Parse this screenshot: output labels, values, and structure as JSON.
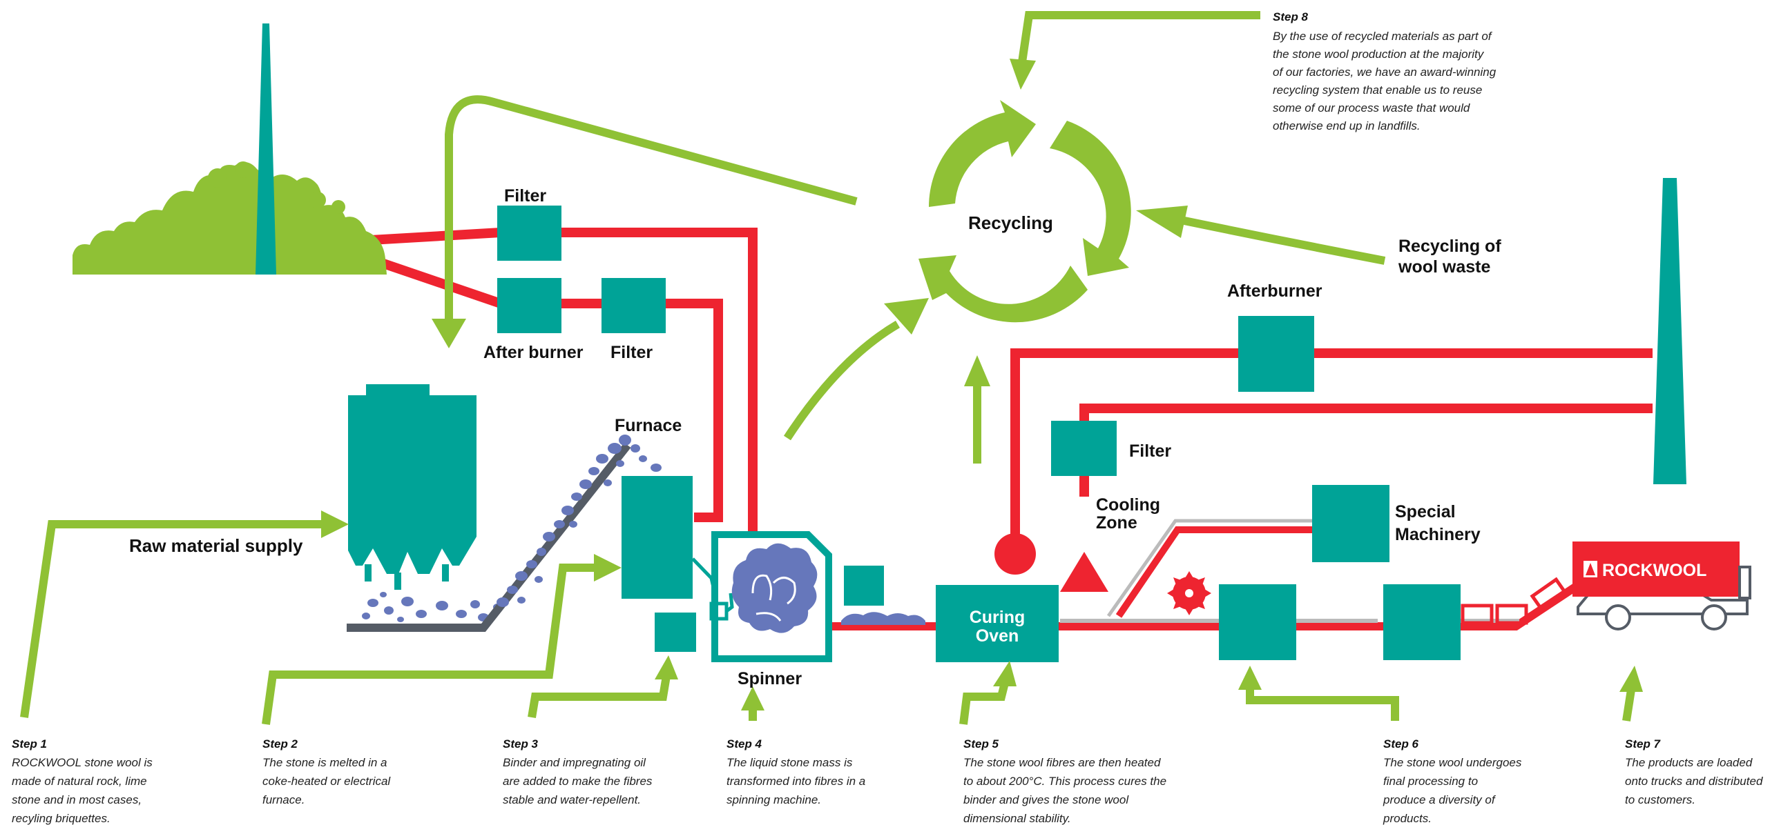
{
  "colors": {
    "teal": "#00a397",
    "red": "#ee2430",
    "green": "#8fc135",
    "slate": "#555c66",
    "stone": "#6677bb",
    "grey": "#bbbbbb"
  },
  "labels": {
    "filter_top": "Filter",
    "after_burner": "After burner",
    "filter_mid": "Filter",
    "furnace": "Furnace",
    "raw_material_supply": "Raw material supply",
    "spinner": "Spinner",
    "recycling": "Recycling",
    "recycling_wool_waste_line1": "Recycling of",
    "recycling_wool_waste_line2": "wool waste",
    "afterburner_right": "Afterburner",
    "filter_right": "Filter",
    "cooling_zone_line1": "Cooling",
    "cooling_zone_line2": "Zone",
    "curing_oven_line1": "Curing",
    "curing_oven_line2": "Oven",
    "special_machinery_line1": "Special",
    "special_machinery_line2": "Machinery",
    "brand": "ROCKWOOL"
  },
  "steps": [
    {
      "title": "Step 1",
      "lines": [
        "ROCKWOOL stone wool is",
        "made of natural rock, lime",
        "stone and in most cases,",
        "recyling briquettes."
      ]
    },
    {
      "title": "Step 2",
      "lines": [
        "The stone is melted in a",
        "coke-heated or electrical",
        "furnace."
      ]
    },
    {
      "title": "Step 3",
      "lines": [
        "Binder and impregnating oil",
        "are added to make the fibres",
        "stable and water-repellent."
      ]
    },
    {
      "title": "Step 4",
      "lines": [
        "The liquid stone mass is",
        "transformed into fibres in a",
        "spinning machine."
      ]
    },
    {
      "title": "Step 5",
      "lines": [
        "The stone wool fibres are then heated",
        "to about 200°C. This process cures the",
        "binder and gives the stone wool",
        "dimensional stability."
      ]
    },
    {
      "title": "Step 6",
      "lines": [
        "The stone wool undergoes",
        "final processing to",
        "produce a diversity of",
        "products."
      ]
    },
    {
      "title": "Step 7",
      "lines": [
        "The products are loaded",
        "onto trucks and distributed",
        "to customers."
      ]
    },
    {
      "title": "Step 8",
      "lines": [
        "By the use of recycled materials as part of",
        "the stone wool production at the majority",
        "of our factories, we have an award-winning",
        "recycling system that enable us to reuse",
        "some of our process waste that would",
        "otherwise end up in landfills."
      ]
    }
  ]
}
